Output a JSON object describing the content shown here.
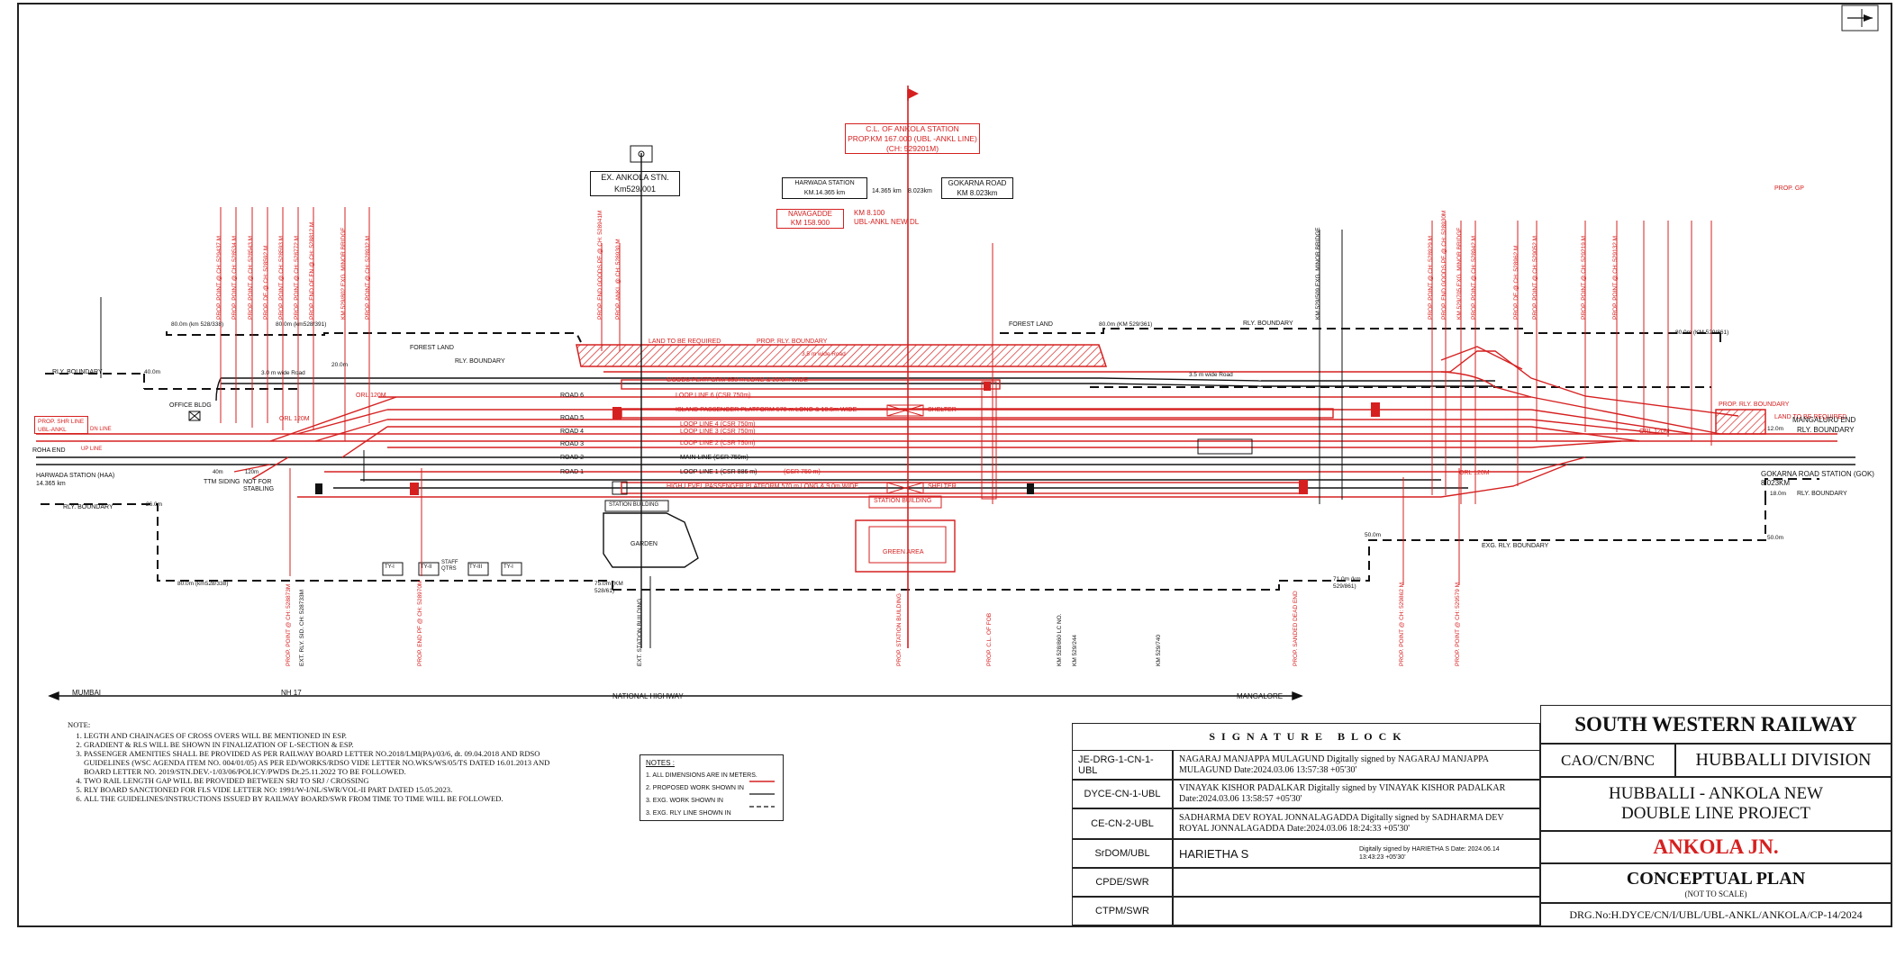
{
  "colors": {
    "proposed": "#d62020",
    "existing": "#111111",
    "hatch": "#d62020"
  },
  "icons": {
    "north_arrow": "north-arrow-icon",
    "flag": "flag-icon"
  },
  "top_labels": {
    "ex_ankola_stn": "EX. ANKOLA STN.",
    "ex_ankola_km": "Km529/001",
    "cl_station_title": "C.L. OF ANKOLA STATION",
    "cl_station_prop": "PROP.KM 167.000 (UBL -ANKL LINE)",
    "cl_station_ch": "(CH: 529201M)",
    "harwada_station": "HARWADA STATION",
    "harwada_km": "KM.14.365 km",
    "harwada_dist": "14.365 km",
    "gokarna_dist": "8.023km",
    "gokarna_road": "GOKARNA ROAD",
    "gokarna_km": "KM 8.023km",
    "navagadde": "NAVAGADDE",
    "navagadde_km": "KM 158.900",
    "navagadde_km2": "KM 8.100",
    "ubl_ankl_new": "UBL-ANKL NEW DL"
  },
  "line_labels": {
    "forest_land_left": "FOREST LAND",
    "forest_land_right": "FOREST LAND",
    "rly_boundary_top": "RLY. BOUNDARY",
    "rly_boundary_left": "RLY. BOUNDARY",
    "rly_boundary_left2": "RLY. BOUNDARY",
    "rly_boundary_right": "RLY. BOUNDARY",
    "rly_boundary_right2": "RLY. BOUNDARY",
    "rly_boundary_right_top": "RLY. BOUNDARY",
    "exg_rly_boundary": "EXG. RLY. BOUNDARY",
    "land_required_top": "LAND TO BE REQUIRED",
    "prop_rly_boundary_top": "PROP. RLY. BOUNDARY",
    "prop_rly_boundary_right": "PROP. RLY. BOUNDARY",
    "land_required_right": "LAND TO BE REQUIRED",
    "road_3_5m_left": "3.0 m wide Road",
    "road_3_5m_right": "3.5 m wide Road",
    "road_3_5m_top": "3.5 m wide Road",
    "office_bldg": "OFFICE BLDG",
    "goods_platform": "GOODS PLATFORM 650 m LONG & 20.0m WIDE",
    "loop_line_6": "LOOP LINE 6 (CSR 750m)",
    "island_platform": "ISLAND PASSENGER PLATFORM 570 m LONG & 10.5m WIDE",
    "shelter_1": "SHELTER",
    "loop_line_4": "LOOP LINE 4 (CSR 750m)",
    "loop_line_3": "LOOP LINE 3 (CSR 750m)",
    "loop_line_2": "LOOP LINE 2 (CSR 750m)",
    "main_line": "MAIN LINE (CSR 750m)",
    "loop_line_1": "LOOP LINE 1 (CSR 886 m)",
    "loop_line_1b": "(CSR 750 m)",
    "hl_platform": "HIGH LEVEL PASSENGER PLATFORM 570 m LONG & 9.0m WIDE",
    "shelter_2": "SHELTER",
    "station_building_old": "STATION BUILDING",
    "station_building_new": "STATION BUILDING",
    "garden": "GARDEN",
    "green_area": "GREEN AREA",
    "road_6": "ROAD 6",
    "road_5": "ROAD 5",
    "road_4": "ROAD 4",
    "road_3": "ROAD 3",
    "road_2": "ROAD 2",
    "road_1": "ROAD 1",
    "honavar_end": "ROHA END",
    "up_line": "UP LINE",
    "dn_line": "DN LINE",
    "prop_shr_line": "PROP. SHR LINE",
    "ubl_ankl": "UBL-ANKL",
    "mangaluru_end": "MANGALURU END",
    "gokarna_road_station": "GOKARNA ROAD STATION (GOK)",
    "gokarna_road_station_km": "8.023KM",
    "harwada_station_haa": "HARWADA STATION (HAA)",
    "harwada_haa_km": "14.365 km",
    "ttm_siding": "TTM SIDING",
    "not_for_stabling": "NOT FOR STABLING",
    "ttm_len": "120m",
    "mumbai": "MUMBAI",
    "nh17": "NH 17",
    "national_highway": "NATIONAL HIGHWAY",
    "mangalore": "MANGALORE",
    "staff_qtrs": "STAFF QTRS",
    "prop_gp": "PROP. GP",
    "dim_80_left": "80.0m (km 528/338)",
    "dim_80_mid": "80.0m (km528/391)",
    "dim_80_right": "80.0m (KM 529/361)",
    "dim_80_farright": "80.0m (KM 529/861)",
    "dim_40_left": "40.0m",
    "dim_20": "20.0m",
    "dim_26": "26.0m",
    "dim_12": "12.0m",
    "dim_18": "18.0m",
    "dim_50_left": "50.0m",
    "dim_50_right": "50.0m",
    "dim_80_bottom": "80.0m (km528/338)",
    "dim_75": "75.0m (KM 528/61)",
    "dim_71": "71.0m (km 529/861)",
    "dim_40_ttm": "40m",
    "orl_120_left": "ORL 120M",
    "orl_120_right": "ORL 120M",
    "orl_120_right2": "ORL 120M",
    "orl_120_top": "ORL 120M",
    "ty1": "TY-I",
    "ty2": "TY-II",
    "ty3": "TY-III",
    "ty4": "TY-I"
  },
  "vertical_labels": [
    "PROP. POINT @ CH: 529437 M",
    "PROP. POINT @ CH: 528534 M",
    "PROP. POINT @ CH: 528543 M",
    "PROP. DE @ CH: 528592 M",
    "PROP. POINT @ CH: 528593 M",
    "PROP. POINT @ CH: 528772 M",
    "PROP. END OF FN @ CH: 528812 M",
    "KM 529/802 EXG. MINOR BRIDGE",
    "PROP. POINT @ CH: 528932 M",
    "PROP. END GOODS PF @ CH: 528941M",
    "PROP. ANKL @ CH: 528930 M",
    "KM 529/509 EXG. MINOR BRIDGE",
    "PROP. POINT @ CH: 528929 M",
    "PROP. END GOODS PF @ CH: 528930M",
    "KM 529/705 EXG. MINOR BRIDGE",
    "PROP. POINT @ CH: 528942 M",
    "PROP. DE @ CH: 528962 M",
    "PROP. POINT @ CH: 529052 M",
    "PROP. POINT @ CH: 529219 M",
    "PROP. POINT @ CH: 529132 M"
  ],
  "bottom_vertical_labels": [
    "PROP. POINT @ CH: 528873M",
    "EXT. RLY. SID. CH: 528733M",
    "PROP. END PF @ CH: 528970M",
    "EXT. STATION BUILDING",
    "PROP. STATION BUILDING",
    "PROP. C.L. OF FOB",
    "KM 528/860 LC NO.",
    "KM 529/244",
    "KM 529/740",
    "PROP. SANDED DEAD END",
    "PROP. POINT @ CH: 529862 M",
    "PROP. POINT @ CH: 529579 M"
  ],
  "notes": {
    "heading": "NOTE:",
    "items": [
      "LEGTH AND CHAINAGES OF CROSS OVERS WILL BE MENTIONED IN ESP.",
      "GRADIENT & RLS WILL BE SHOWN IN FINALIZATION OF L-SECTION & ESP.",
      "PASSENGER AMENITIES SHALL BE PROVIDED AS PER RAILWAY BOARD LETTER NO.2018/LMI(PA)/03/6, dt. 09.04.2018 AND RDSO GUIDELINES (WSC AGENDA ITEM NO. 004/01/05) AS PER ED/WORKS/RDSO VIDE LETTER NO.WKS/WS/05/TS DATED 16.01.2013 AND BOARD LETTER NO. 2019/STN.DEV.-1/03/06/POLICY/PWDS Dt.25.11.2022 TO BE FOLLOWED.",
      "TWO RAIL LENGTH GAP WILL BE PROVIDED BETWEEN SRJ TO SRJ / CROSSING",
      "RLY BOARD SANCTIONED FOR FLS VIDE LETTER NO: 1991/W-I/NL/SWR/VOL-II PART DATED 15.05.2023.",
      "ALL THE GUIDELINES/INSTRUCTIONS ISSUED BY RAILWAY BOARD/SWR FROM TIME TO TIME WILL BE FOLLOWED."
    ]
  },
  "legend": {
    "heading": "NOTES :",
    "items": [
      "1. ALL DIMENSIONS ARE IN METERS.",
      "2. PROPOSED WORK SHOWN IN",
      "3. EXG. WORK SHOWN IN",
      "3. EXG. RLY LINE SHOWN IN"
    ]
  },
  "signature_block": {
    "title": "S I G N A T U R E   B L O C K",
    "rows": [
      {
        "role": "JE-DRG-1-CN-1-UBL",
        "text": "NAGARAJ MANJAPPA MULAGUND  Digitally signed by NAGARAJ MANJAPPA MULAGUND Date:2024.03.06  13:57:38 +05'30'"
      },
      {
        "role": "DYCE-CN-1-UBL",
        "text": "VINAYAK KISHOR PADALKAR  Digitally signed by VINAYAK KISHOR PADALKAR Date:2024.03.06  13:58:57 +05'30'"
      },
      {
        "role": "CE-CN-2-UBL",
        "text": "SADHARMA DEV ROYAL JONNALAGADDA Digitally signed by SADHARMA DEV ROYAL JONNALAGADDA Date:2024.03.06  18:24:33 +05'30'"
      },
      {
        "role": "SrDOM/UBL",
        "text": "HARIETHA S",
        "extra": "Digitally signed by HARIETHA S Date: 2024.06.14 13:43:23 +05'30'"
      },
      {
        "role": "CPDE/SWR",
        "text": ""
      },
      {
        "role": "CTPM/SWR",
        "text": ""
      }
    ]
  },
  "title_block": {
    "railway": "SOUTH WESTERN RAILWAY",
    "office": "CAO/CN/BNC",
    "division": "HUBBALLI DIVISION",
    "project_line1": "HUBBALLI - ANKOLA NEW",
    "project_line2": "DOUBLE LINE PROJECT",
    "station": "ANKOLA JN.",
    "plan": "CONCEPTUAL PLAN",
    "scale": "(NOT TO SCALE)",
    "drg_no": "DRG.No:H.DYCE/CN/I/UBL/UBL-ANKL/ANKOLA/CP-14/2024"
  }
}
